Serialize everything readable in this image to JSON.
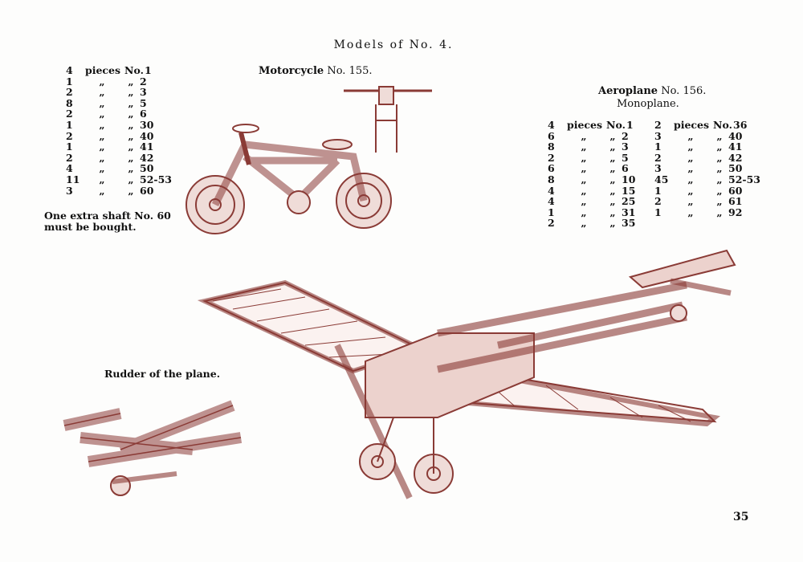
{
  "page_title": "Models of No. 4.",
  "page_number": "35",
  "ink_color": "#8a3b36",
  "motorcycle": {
    "name": "Motorcycle",
    "number": "No. 155.",
    "parts": [
      {
        "qty": "4",
        "unit": "pieces",
        "sep": "No.",
        "part": "1"
      },
      {
        "qty": "1",
        "unit": "„",
        "sep": "„",
        "part": "2"
      },
      {
        "qty": "2",
        "unit": "„",
        "sep": "„",
        "part": "3"
      },
      {
        "qty": "8",
        "unit": "„",
        "sep": "„",
        "part": "5"
      },
      {
        "qty": "2",
        "unit": "„",
        "sep": "„",
        "part": "6"
      },
      {
        "qty": "1",
        "unit": "„",
        "sep": "„",
        "part": "30"
      },
      {
        "qty": "2",
        "unit": "„",
        "sep": "„",
        "part": "40"
      },
      {
        "qty": "1",
        "unit": "„",
        "sep": "„",
        "part": "41"
      },
      {
        "qty": "2",
        "unit": "„",
        "sep": "„",
        "part": "42"
      },
      {
        "qty": "4",
        "unit": "„",
        "sep": "„",
        "part": "50"
      },
      {
        "qty": "11",
        "unit": "„",
        "sep": "„",
        "part": "52-53"
      },
      {
        "qty": "3",
        "unit": "„",
        "sep": "„",
        "part": "60"
      }
    ],
    "note_line1": "One extra shaft No. 60",
    "note_line2": "must be bought."
  },
  "aeroplane": {
    "name": "Aeroplane",
    "number": "No. 156.",
    "subtitle": "Monoplane.",
    "parts_left": [
      {
        "qty": "4",
        "unit": "pieces",
        "sep": "No.",
        "part": "1"
      },
      {
        "qty": "6",
        "unit": "„",
        "sep": "„",
        "part": "2"
      },
      {
        "qty": "8",
        "unit": "„",
        "sep": "„",
        "part": "3"
      },
      {
        "qty": "2",
        "unit": "„",
        "sep": "„",
        "part": "5"
      },
      {
        "qty": "6",
        "unit": "„",
        "sep": "„",
        "part": "6"
      },
      {
        "qty": "8",
        "unit": "„",
        "sep": "„",
        "part": "10"
      },
      {
        "qty": "4",
        "unit": "„",
        "sep": "„",
        "part": "15"
      },
      {
        "qty": "4",
        "unit": "„",
        "sep": "„",
        "part": "25"
      },
      {
        "qty": "1",
        "unit": "„",
        "sep": "„",
        "part": "31"
      },
      {
        "qty": "2",
        "unit": "„",
        "sep": "„",
        "part": "35"
      }
    ],
    "parts_right": [
      {
        "qty": "2",
        "unit": "pieces",
        "sep": "No.",
        "part": "36"
      },
      {
        "qty": "3",
        "unit": "„",
        "sep": "„",
        "part": "40"
      },
      {
        "qty": "1",
        "unit": "„",
        "sep": "„",
        "part": "41"
      },
      {
        "qty": "2",
        "unit": "„",
        "sep": "„",
        "part": "42"
      },
      {
        "qty": "3",
        "unit": "„",
        "sep": "„",
        "part": "50"
      },
      {
        "qty": "45",
        "unit": "„",
        "sep": "„",
        "part": "52-53"
      },
      {
        "qty": "1",
        "unit": "„",
        "sep": "„",
        "part": "60"
      },
      {
        "qty": "2",
        "unit": "„",
        "sep": "„",
        "part": "61"
      },
      {
        "qty": "1",
        "unit": "„",
        "sep": "„",
        "part": "92"
      }
    ]
  },
  "rudder_caption": "Rudder of the plane."
}
